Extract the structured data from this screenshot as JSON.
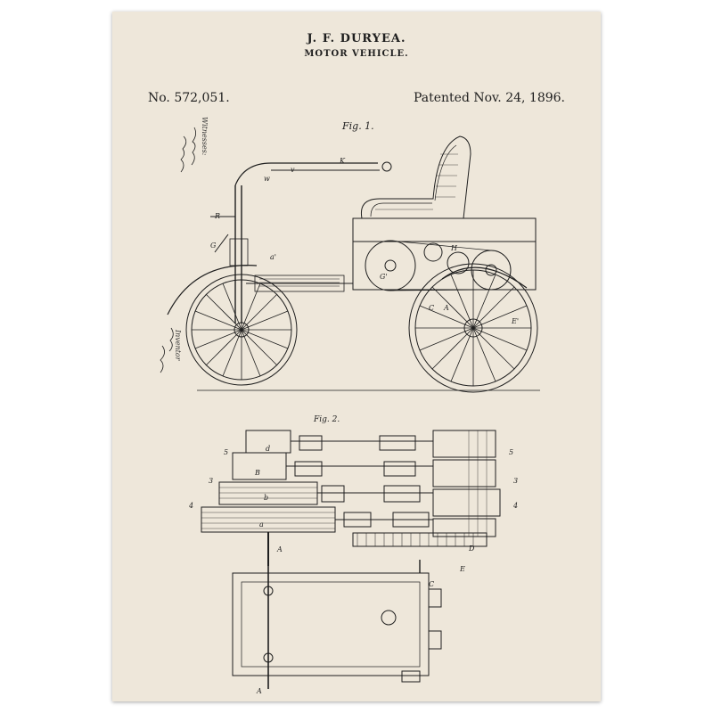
{
  "patent": {
    "inventor": "J. F. DURYEA.",
    "title": "MOTOR VEHICLE.",
    "number": "No. 572,051.",
    "date": "Patented Nov. 24, 1896."
  },
  "figures": {
    "fig1_label": "Fig. 1.",
    "fig2_label": "Fig. 2."
  },
  "side_text": {
    "witnesses": "Witnesses:",
    "inventor": "Inventor"
  },
  "colors": {
    "paper": "#eee7da",
    "ink": "#1e1e1e",
    "frame_background": "#ffffff"
  }
}
